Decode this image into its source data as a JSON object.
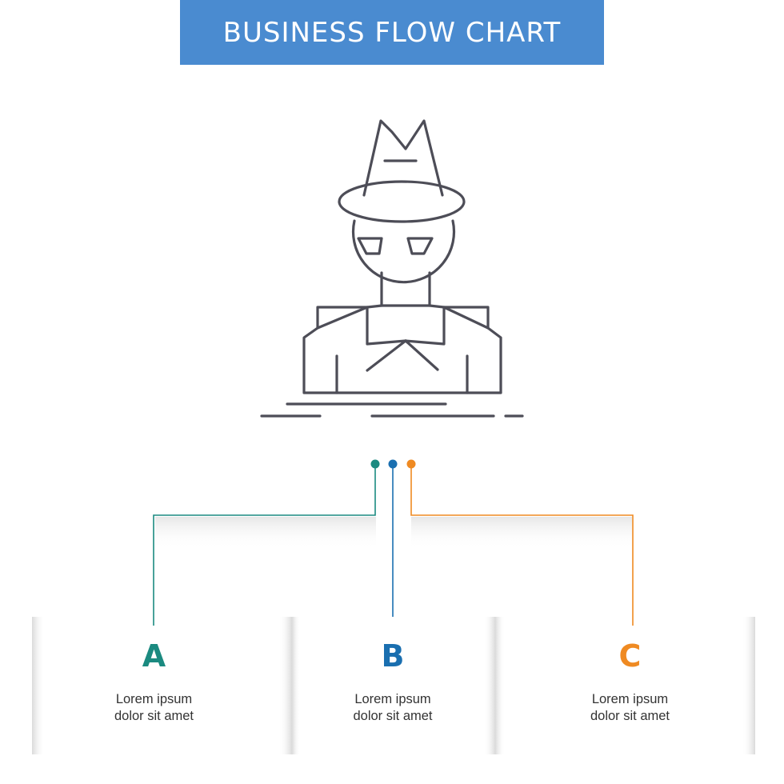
{
  "header": {
    "title": "BUSINESS FLOW CHART"
  },
  "colors": {
    "banner": "#4a8bd0",
    "icon_stroke": "#4d4d57",
    "a": "#1b8a80",
    "b": "#1a6fb0",
    "c": "#ef8a22"
  },
  "icon": {
    "name": "spy-agent-icon"
  },
  "steps": [
    {
      "letter": "A",
      "line1": "Lorem ipsum",
      "line2": "dolor sit amet"
    },
    {
      "letter": "B",
      "line1": "Lorem ipsum",
      "line2": "dolor sit amet"
    },
    {
      "letter": "C",
      "line1": "Lorem ipsum",
      "line2": "dolor sit amet"
    }
  ]
}
